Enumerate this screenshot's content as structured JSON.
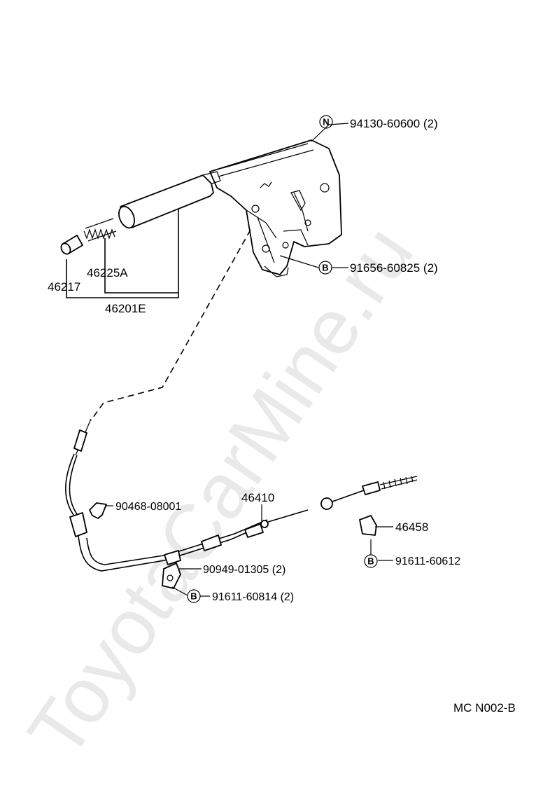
{
  "watermark": "ToyotaCarMine.ru",
  "diagram_code": "MC N002-B",
  "symbols": {
    "n": "N",
    "b": "B"
  },
  "parts": {
    "p94130": "94130-60600 (2)",
    "p91656": "91656-60825 (2)",
    "p46225a": "46225A",
    "p46217": "46217",
    "p46201e": "46201E",
    "p90468": "90468-08001",
    "p46410": "46410",
    "p46458": "46458",
    "p91611_60612": "91611-60612",
    "p90949": "90949-01305 (2)",
    "p91611_60814": "91611-60814 (2)"
  }
}
